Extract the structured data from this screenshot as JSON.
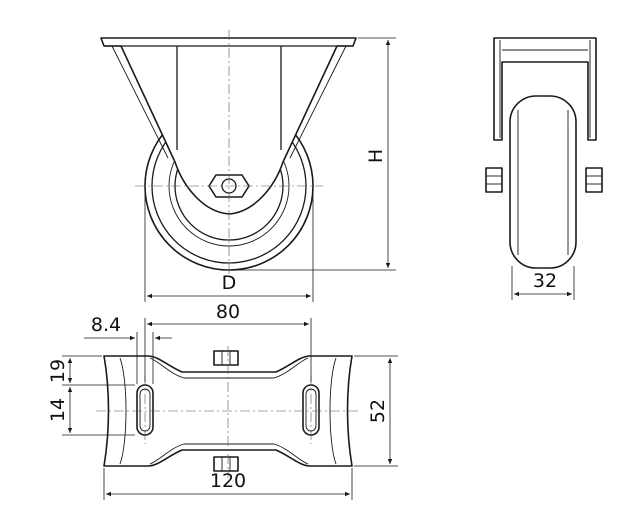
{
  "drawing": {
    "dimensions": {
      "height": "H",
      "diameter": "D",
      "wheel_width": "32",
      "hole_offset": "8.4",
      "hole_spacing_x": "80",
      "plate_length": "120",
      "edge_offset_y": "19",
      "slot_length": "14",
      "plate_width": "52"
    },
    "colors": {
      "line": "#1a1a1a",
      "background": "#ffffff"
    }
  }
}
